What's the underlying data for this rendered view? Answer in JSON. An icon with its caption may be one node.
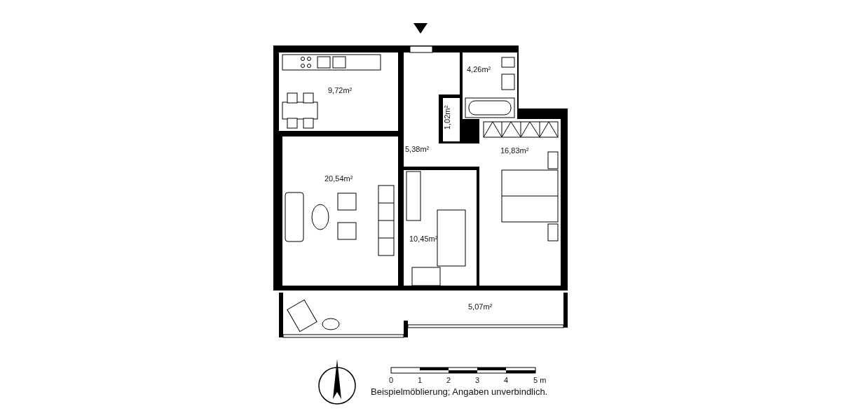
{
  "diagram": {
    "caption": "Beispielmöblierung; Angaben unverbindlich.",
    "nodes": [
      {
        "text": [
          "9,72m²"
        ]
      },
      {
        "text": [
          "4,26m²"
        ]
      },
      {
        "text": [
          "1,02m²"
        ]
      },
      {
        "text": [
          "5,38m²"
        ]
      },
      {
        "text": [
          "16,83m²"
        ]
      },
      {
        "text": [
          "20,54m²"
        ]
      },
      {
        "text": [
          "10,45m²"
        ]
      },
      {
        "text": [
          "5,07m²"
        ]
      }
    ],
    "labels": [
      "0",
      "1",
      "2",
      "3",
      "4",
      "5 m"
    ]
  }
}
